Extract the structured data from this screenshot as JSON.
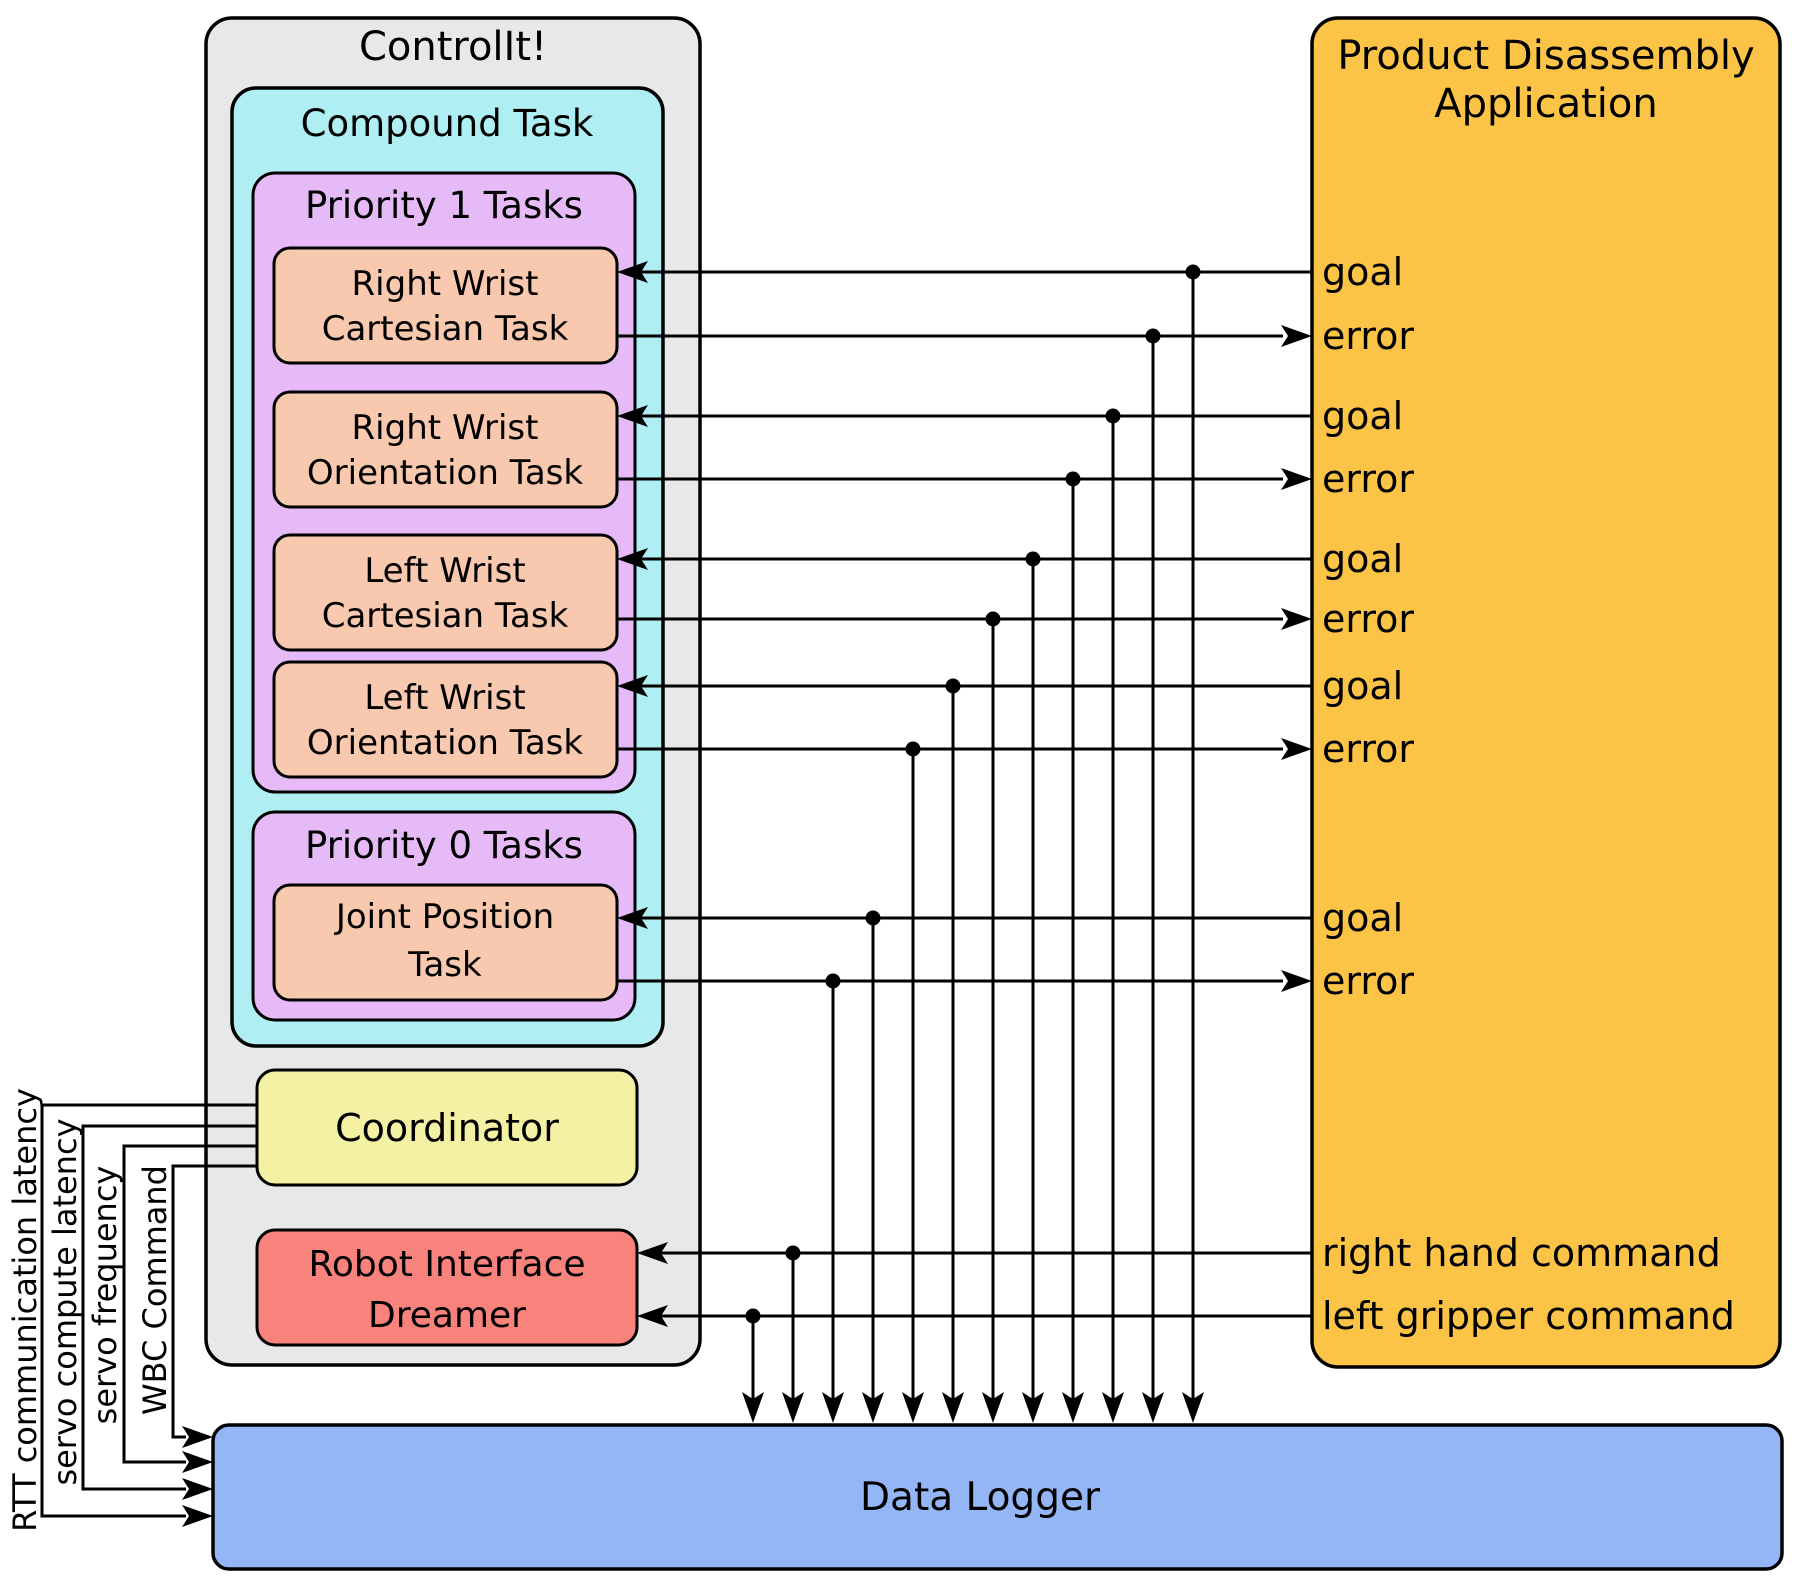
{
  "colors": {
    "controlit_bg": "#E8E8E8",
    "compound_bg": "#AFEEF2",
    "priority_bg": "#E5BAF7",
    "task_bg": "#F8C9AE",
    "coordinator_bg": "#F5F1A4",
    "dreamer_bg": "#F8837D",
    "application_bg": "#FBC447",
    "datalogger_bg": "#95B6F6",
    "line": "#000000"
  },
  "controlit": {
    "title": "ControlIt!"
  },
  "compound": {
    "label": "Compound Task"
  },
  "priority1": {
    "label": "Priority 1 Tasks"
  },
  "priority0": {
    "label": "Priority 0 Tasks"
  },
  "tasks": [
    {
      "line1": "Right Wrist",
      "line2": "Cartesian Task"
    },
    {
      "line1": "Right Wrist",
      "line2": "Orientation Task"
    },
    {
      "line1": "Left Wrist",
      "line2": "Cartesian Task"
    },
    {
      "line1": "Left Wrist",
      "line2": "Orientation Task"
    },
    {
      "line1": "Joint Position",
      "line2": "Task"
    }
  ],
  "coordinator": {
    "label": "Coordinator"
  },
  "dreamer": {
    "line1": "Robot Interface",
    "line2": "Dreamer"
  },
  "application": {
    "line1": "Product Disassembly",
    "line2": "Application"
  },
  "datalogger": {
    "label": "Data Logger"
  },
  "ports": {
    "goal": "goal",
    "error": "error",
    "right_hand_command": "right hand command",
    "left_gripper_command": "left gripper command"
  },
  "left_outputs": [
    {
      "label": "RTT communication latency"
    },
    {
      "label": "servo compute latency"
    },
    {
      "label": "servo frequency"
    },
    {
      "label": "WBC Command"
    }
  ]
}
